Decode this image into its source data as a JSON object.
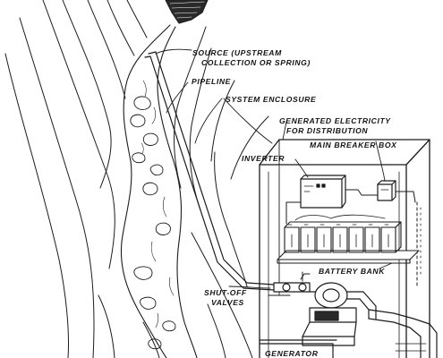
{
  "labels": {
    "source_line1": "SOURCE (UPSTREAM",
    "source_line2": "COLLECTION OR SPRING)",
    "pipeline": "PIPELINE",
    "system_enclosure": "SYSTEM ENCLOSURE",
    "generated_line1": "GENERATED ELECTRICITY",
    "generated_line2": "FOR DISTRIBUTION",
    "main_breaker_box": "MAIN BREAKER BOX",
    "inverter": "INVERTER",
    "battery_bank": "BATTERY BANK",
    "shutoff_line1": "SHUT-OFF",
    "shutoff_line2": "VALVES",
    "bottom_partial": "GENERATOR"
  },
  "colors": {
    "ink": "#1b1b1b",
    "paper": "#ffffff"
  }
}
